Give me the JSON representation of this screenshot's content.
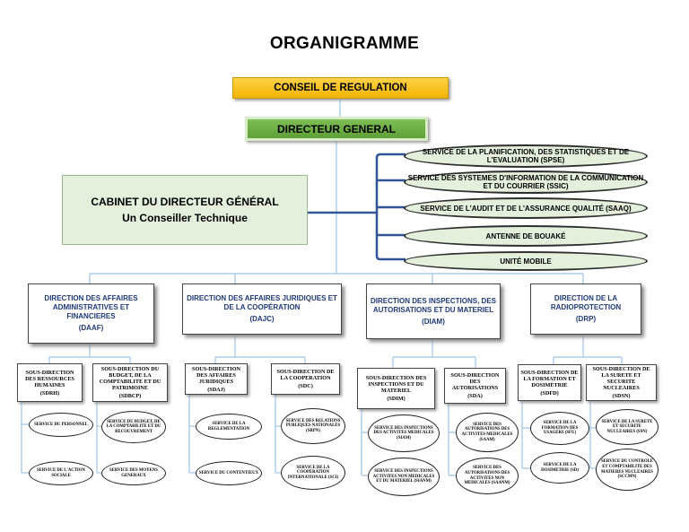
{
  "title": "ORGANIGRAMME",
  "council": "CONSEIL DE REGULATION",
  "director_general": "DIRECTEUR GENERAL",
  "cabinet": {
    "line1": "CABINET DU DIRECTEUR GÉNÉRAL",
    "line2": "Un Conseiller Technique"
  },
  "attached_services": [
    "SERVICE DE LA PLANIFICATION, DES STATISTIQUES ET DE L'EVALUATION (SPSE)",
    "SERVICE DES SYSTEMES D'INFORMATION DE LA COMMUNICATION ET DU COURRIER (SSIC)",
    "SERVICE DE L'AUDIT  ET DE L'ASSURANCE QUALITÉ (SAAQ)",
    "ANTENNE DE BOUAKÉ",
    "UNITÉ MOBILE"
  ],
  "directions": [
    {
      "name": "DIRECTION DES AFFAIRES ADMINISTRATIVES ET FINANCIERES",
      "code": "(DAAF)"
    },
    {
      "name": "DIRECTION DES AFFAIRES  JURIDIQUES ET DE LA COOPÉRATION",
      "code": "(DAJC)"
    },
    {
      "name": "DIRECTION DES INSPECTIONS, DES AUTORISATIONS ET DU MATERIEL",
      "code": "(DIAM)"
    },
    {
      "name": "DIRECTION DE LA RADIOPROTECTION",
      "code": "(DRP)"
    }
  ],
  "subdirections": [
    {
      "name": "SOUS-DIRECTION DES RESSOURCES HUMAINES",
      "code": "(SDRH)"
    },
    {
      "name": "SOUS-DIRECTION DU BUDGET, DE LA COMPTABILITE ET DU PATRIMOINE",
      "code": "(SDBCP)"
    },
    {
      "name": "SOUS-DIRECTION DES AFFAIRES JURIDIQUES",
      "code": "(SDAJ)"
    },
    {
      "name": "SOUS-DIRECTION DE LA COOPERATION",
      "code": "(SDC)"
    },
    {
      "name": "SOUS-DIRECTION DES INSPECTIONS ET DU MATERIEL",
      "code": "(SDIM)"
    },
    {
      "name": "SOUS-DIRECTION DES AUTORISATIONS",
      "code": "(SDA)"
    },
    {
      "name": "SOUS-DIRECTION  DE LA FORMATION ET DOSIMETRIE",
      "code": "(SDFD)"
    },
    {
      "name": "SOUS-DIRECTION DE LA SURETE ET SECURITE NUCLEAIRES",
      "code": "(SDSN)"
    }
  ],
  "services": [
    "SERVICE DU PERSONNEL",
    "SERVICE DE L'ACTION SOCIALE",
    "SERVICE DU BUDGET, DE LA COMPTABILITE ET DU RECOUVREMENT",
    "SERVICE DES MOYENS GENERAUX",
    "SERVICE DE LA REGLEMENTATION",
    "SERVICE DU CONTENTIEUX",
    "SERVICE DES RELATIONS PUBLIQUES NATIONALES (SRPN)",
    "SERVICE DE LA COOPERATION INTERNATIONALE (SCI)",
    "SERVICE DES INSPECTIONS DES ACTIVITES MEDICALES (SIAM)",
    "SERVICE DES INSPECTIONS ACTIVITES NON MEDICALES ET DU MATERIEL (SIANM)",
    "SERVICE DES AUTORISATIONS DES ACTIVITES MEDICALES (SAAM)",
    "SERVICE DES AUTORISATIONS DES ACTIVITES NON MEDICALES (SAANM)",
    "SERVICE DE LA FORMATION DES USAGERS (SFU)",
    "SERVICE DE LA DOSIMETRIE (SD)",
    "SERVICE DE LA SURETE ET SECURITE NUCLEAIRES (SSN)",
    "SERVICE DU CONTROLE ET COMPTABILITE DES MATIERES NUCLEAIRES (SCCMN)"
  ],
  "colors": {
    "council": "#f0b400",
    "director_general": "#5e9f37",
    "cabinet_fill": "#e4efdc",
    "connector_blue": "#2f5597",
    "connector_light": "#9dc3e6",
    "direction_text": "#1f3a7a"
  }
}
